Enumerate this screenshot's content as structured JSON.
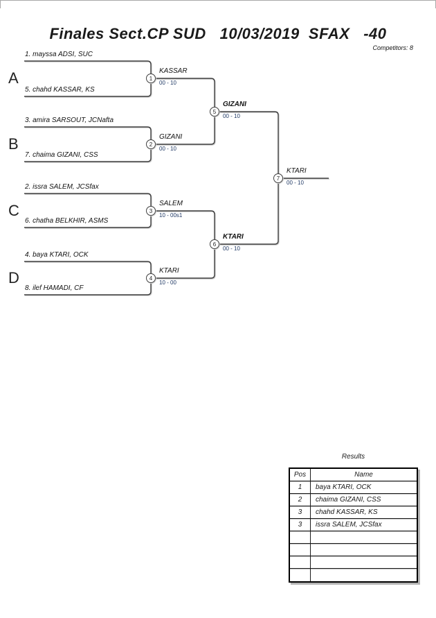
{
  "header": {
    "title": "Finales Sect.CP SUD   10/03/2019  SFAX   -40",
    "competitors_label": "Competitors: 8"
  },
  "bracket": {
    "groups": [
      {
        "letter": "A",
        "player1": "1. mayssa ADSI, SUC",
        "player2": "5. chahd KASSAR, KS",
        "match_no": "1",
        "winner": "KASSAR",
        "score": "00 - 10"
      },
      {
        "letter": "B",
        "player1": "3. amira SARSOUT, JCNafta",
        "player2": "7. chaima GIZANI, CSS",
        "match_no": "2",
        "winner": "GIZANI",
        "score": "00 - 10"
      },
      {
        "letter": "C",
        "player1": "2. issra SALEM, JCSfax",
        "player2": "6. chatha BELKHIR, ASMS",
        "match_no": "3",
        "winner": "SALEM",
        "score": "10 - 00s1"
      },
      {
        "letter": "D",
        "player1": "4. baya KTARI, OCK",
        "player2": "8. ilef HAMADI, CF",
        "match_no": "4",
        "winner": "KTARI",
        "score": "10 - 00"
      }
    ],
    "semifinals": [
      {
        "match_no": "5",
        "winner": "GIZANI",
        "score": "00 - 10"
      },
      {
        "match_no": "6",
        "winner": "KTARI",
        "score": "00 - 10"
      }
    ],
    "final": {
      "match_no": "7",
      "winner": "KTARI",
      "score": "00 - 10"
    }
  },
  "results": {
    "title": "Results",
    "columns": {
      "pos": "Pos",
      "name": "Name"
    },
    "rows": [
      {
        "pos": "1",
        "name": "baya KTARI, OCK"
      },
      {
        "pos": "2",
        "name": "chaima GIZANI, CSS"
      },
      {
        "pos": "3",
        "name": "chahd KASSAR, KS"
      },
      {
        "pos": "3",
        "name": "issra SALEM, JCSfax"
      }
    ],
    "empty_row_count": 4
  },
  "colors": {
    "score_text": "#1f3864",
    "bracket_line": "#3f3f3f"
  }
}
